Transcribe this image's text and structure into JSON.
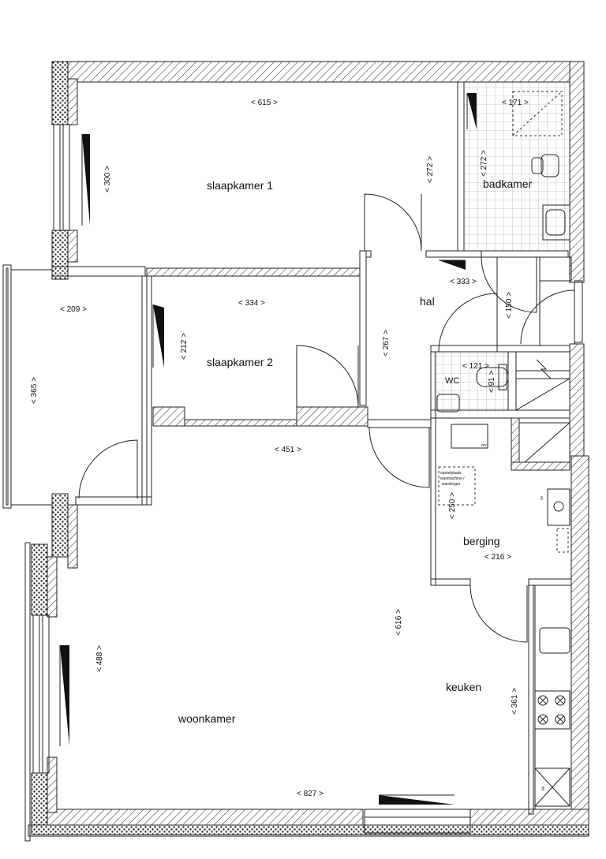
{
  "rooms": {
    "slaapkamer1": "slaapkamer 1",
    "badkamer": "badkamer",
    "hal": "hal",
    "slaapkamer2": "slaapkamer 2",
    "wc": "WC",
    "berging": "berging",
    "keuken": "keuken",
    "woonkamer": "woonkamer"
  },
  "dimensions": {
    "d615": "< 615 >",
    "d171": "< 171 >",
    "d272a": "< 272 >",
    "d272b": "< 272 >",
    "d300": "< 300 >",
    "d333": "< 333 >",
    "d150": "< 150 >",
    "d209": "< 209 >",
    "d334": "< 334 >",
    "d212": "< 212 >",
    "d267": "< 267 >",
    "d121": "< 121 >",
    "d91": "< 91 >",
    "d365": "< 365 >",
    "d451": "< 451 >",
    "d250": "< 250 >",
    "d216": "< 216 >",
    "d616": "< 616 >",
    "d488": "< 488 >",
    "d361": "< 361 >",
    "d827": "< 827 >"
  },
  "annotations": {
    "washer_line1": "opstelplaats",
    "washer_line2": "wasmachine /",
    "washer_line3": "wasdroger",
    "cv": "cv",
    "mv": "mv",
    "kk": "kk"
  }
}
